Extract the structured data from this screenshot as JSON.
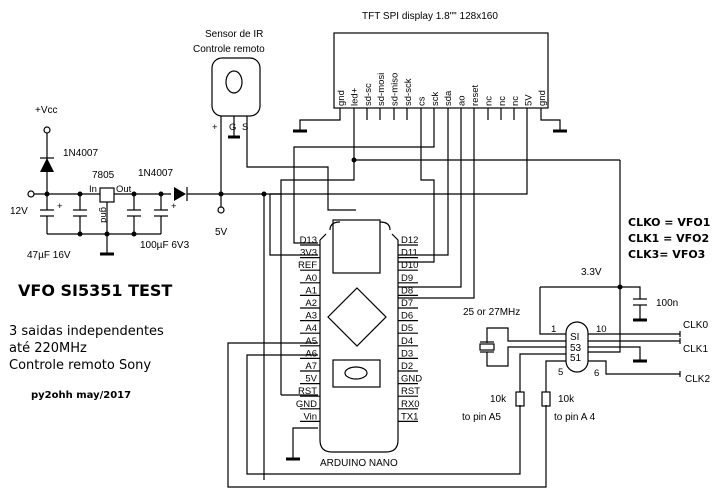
{
  "title": "VFO SI5351 TEST",
  "description": [
    "3 saidas independentes",
    " até 220MHz",
    "Controle remoto Sony"
  ],
  "author": "py2ohh may/2017",
  "display": {
    "label": "TFT SPI display 1.8\"\" 128x160",
    "pins": [
      "gnd",
      "led+",
      "sd-sc",
      "sd-mosi",
      "sd-miso",
      "sd-sck",
      "cs",
      "sck",
      "sda",
      "ao",
      "reset",
      "nc",
      "nc",
      "nc",
      "5V",
      "gnd"
    ]
  },
  "ir_sensor": {
    "label_line1": "Sensor de IR",
    "label_line2": "Controle remoto",
    "pins": [
      "+",
      "G",
      "S"
    ]
  },
  "power": {
    "vcc": "+Vcc",
    "diode1": "1N4007",
    "diode2": "1N4007",
    "regulator": "7805",
    "reg_in": "In",
    "reg_out": "Out",
    "reg_gnd": "gnd",
    "input_voltage": "12V",
    "cap1": "47µF 16V",
    "cap2": "100µF 6V3",
    "output_voltage": "5V",
    "plus": "+"
  },
  "arduino": {
    "label": "ARDUINO NANO",
    "left_pins": [
      "D13",
      "3V3",
      "REF",
      "A0",
      "A1",
      "A2",
      "A3",
      "A4",
      "A5",
      "A6",
      "A7",
      "5V",
      "RST",
      "GND",
      "Vin"
    ],
    "right_pins": [
      "D12",
      "D11",
      "D10",
      "D9",
      "D8",
      "D7",
      "D6",
      "D5",
      "D4",
      "D3",
      "D2",
      "GND",
      "RST",
      "RX0",
      "TX1"
    ]
  },
  "si5351": {
    "chip_line1": "SI",
    "chip_line2": "53",
    "chip_line3": "51",
    "pin1": "1",
    "pin10": "10",
    "pin5": "5",
    "pin6": "6",
    "crystal": "25 or 27MHz",
    "supply": "3.3V",
    "cap": "100n",
    "outputs": [
      "CLK0",
      "CLK1",
      "CLK2"
    ],
    "r1": "10k",
    "r2": "10k",
    "r1_note": "to pin A5",
    "r2_note": "to pin A 4"
  },
  "legend": [
    "CLKO = VFO1",
    "CLK1 = VFO2",
    "CLK3=  VFO3"
  ]
}
